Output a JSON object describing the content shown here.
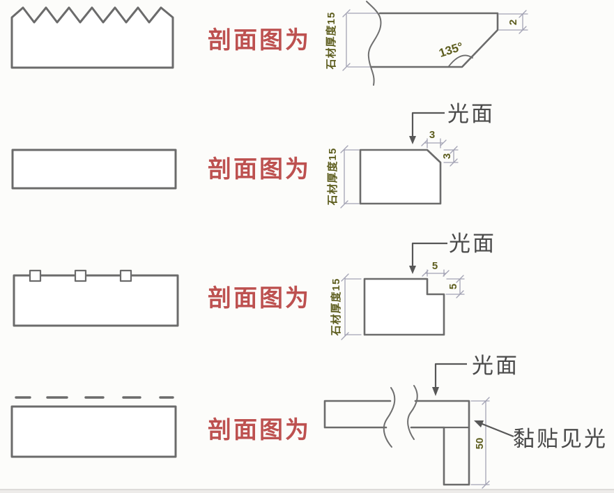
{
  "diagram_title": "stone-edge-section-details",
  "colors": {
    "outline": "#6b6b6b",
    "dimension_line": "#a3a3b4",
    "dimension_text": "#5d5d1e",
    "caption_red": "#bd5150",
    "label_dark": "#4a4a4a",
    "background": "#fcfcfa"
  },
  "rows": [
    {
      "elevation_style": "zigzag-chiseled-top",
      "caption": "剖面图为",
      "section": {
        "thickness_label": "石材厚度15",
        "angle_label": "135°",
        "edge_dim": "2"
      }
    },
    {
      "elevation_style": "plain-top",
      "caption": "剖面图为",
      "section": {
        "thickness_label": "石材厚度15",
        "surface_label": "光面",
        "chamfer_width": "3",
        "chamfer_height": "3"
      }
    },
    {
      "elevation_style": "squares-on-top",
      "caption": "剖面图为",
      "section": {
        "thickness_label": "石材厚度15",
        "surface_label": "光面",
        "notch_width": "5",
        "notch_height": "5"
      }
    },
    {
      "elevation_style": "dashed-line-top",
      "caption": "剖面图为",
      "section": {
        "surface_label": "光面",
        "return_height": "50",
        "note_label": "黏贴见光"
      }
    }
  ]
}
